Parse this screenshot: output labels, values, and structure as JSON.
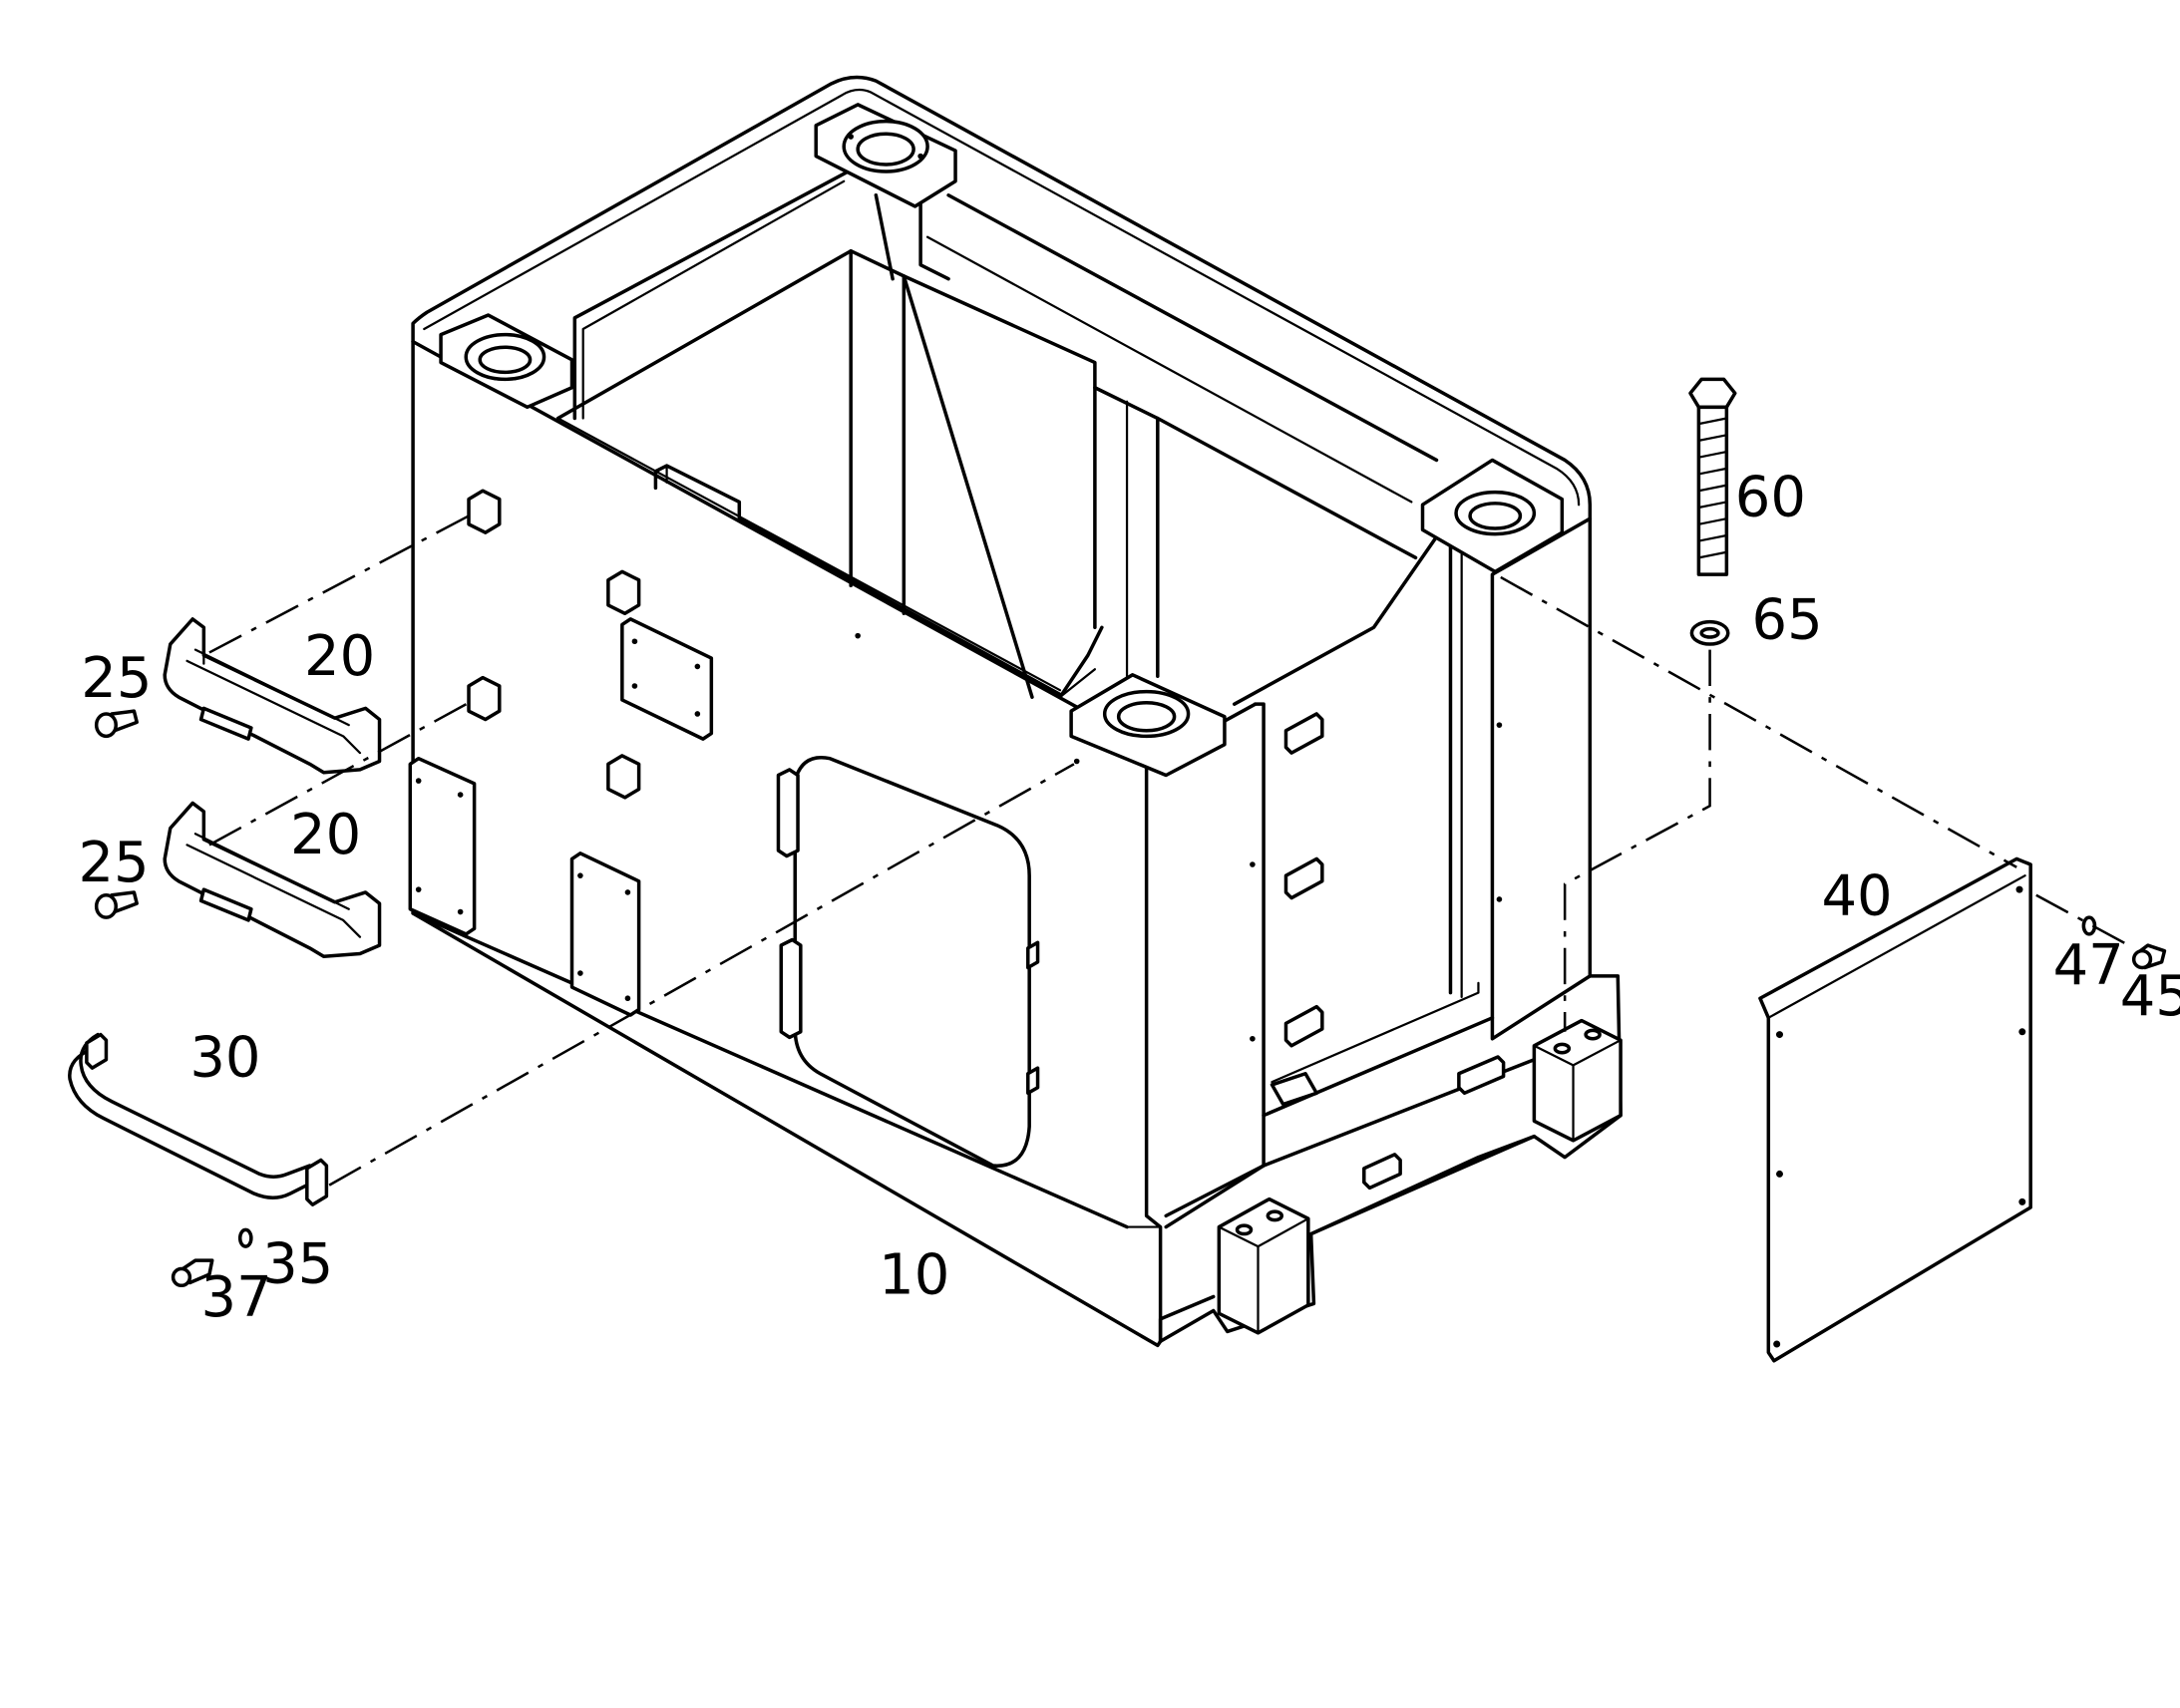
{
  "callouts": {
    "p10": "10",
    "p20a": "20",
    "p20b": "20",
    "p25a": "25",
    "p25b": "25",
    "p30": "30",
    "p35": "35",
    "p37": "37",
    "p40": "40",
    "p45": "45",
    "p47": "47",
    "p60": "60",
    "p65": "65"
  },
  "colors": {
    "line": "#000000",
    "background": "#ffffff"
  }
}
